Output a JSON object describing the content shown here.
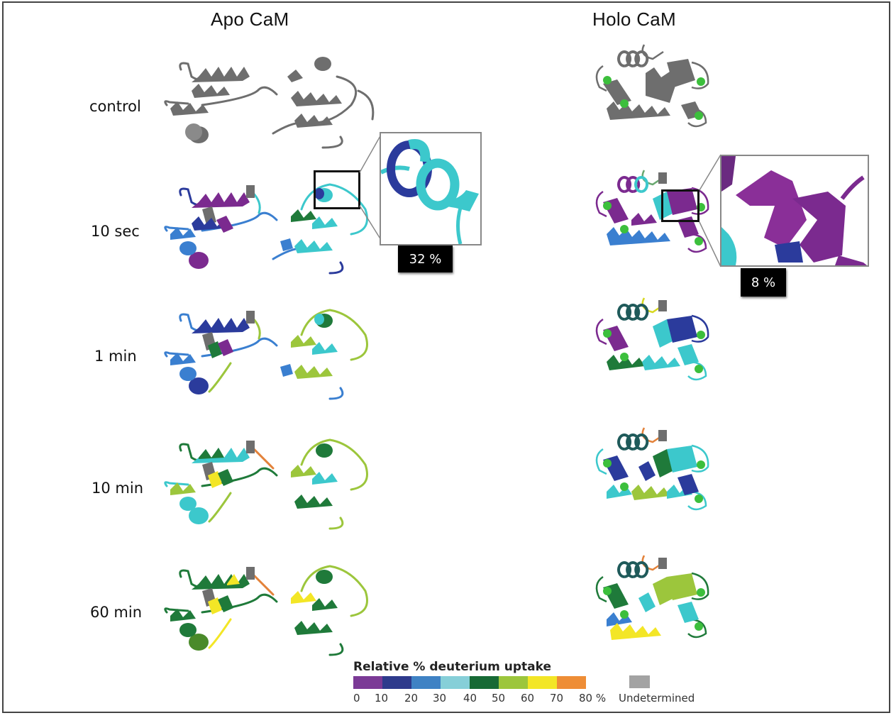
{
  "figure": {
    "columns": [
      {
        "title": "Apo CaM"
      },
      {
        "title": "Holo CaM"
      }
    ],
    "rows": [
      {
        "label": "control"
      },
      {
        "label": "10 sec"
      },
      {
        "label": "1 min"
      },
      {
        "label": "10 min"
      },
      {
        "label": "60 min"
      }
    ],
    "insets": [
      {
        "panel": "apo-10sec",
        "value": "32 %"
      },
      {
        "panel": "holo-10sec",
        "value": "8 %"
      }
    ],
    "legend": {
      "title": "Relative % deuterium uptake",
      "bins": [
        {
          "range": "0-10",
          "color": "#7b3a96"
        },
        {
          "range": "10-20",
          "color": "#2e3a8c"
        },
        {
          "range": "20-30",
          "color": "#3f82c4"
        },
        {
          "range": "30-40",
          "color": "#86cfd8"
        },
        {
          "range": "40-50",
          "color": "#176a35"
        },
        {
          "range": "50-60",
          "color": "#9cc63c"
        },
        {
          "range": "60-70",
          "color": "#f3e626"
        },
        {
          "range": "70-80",
          "color": "#ee8d36"
        }
      ],
      "ticks": [
        "0",
        "10",
        "20",
        "30",
        "40",
        "50",
        "60",
        "70",
        "80 %"
      ],
      "undetermined": {
        "label": "Undetermined",
        "color": "#a3a3a3"
      }
    }
  },
  "colors": {
    "purple": "#7b2a8f",
    "navy": "#2b3b9c",
    "blue": "#3a7fd0",
    "cyan": "#3cc8cc",
    "darkgreen": "#1f7a3a",
    "lime": "#9cc63c",
    "yellow": "#f3e626",
    "orange": "#e3823a",
    "gray": "#6e6e6e",
    "calcium": "#3cbf3c"
  }
}
